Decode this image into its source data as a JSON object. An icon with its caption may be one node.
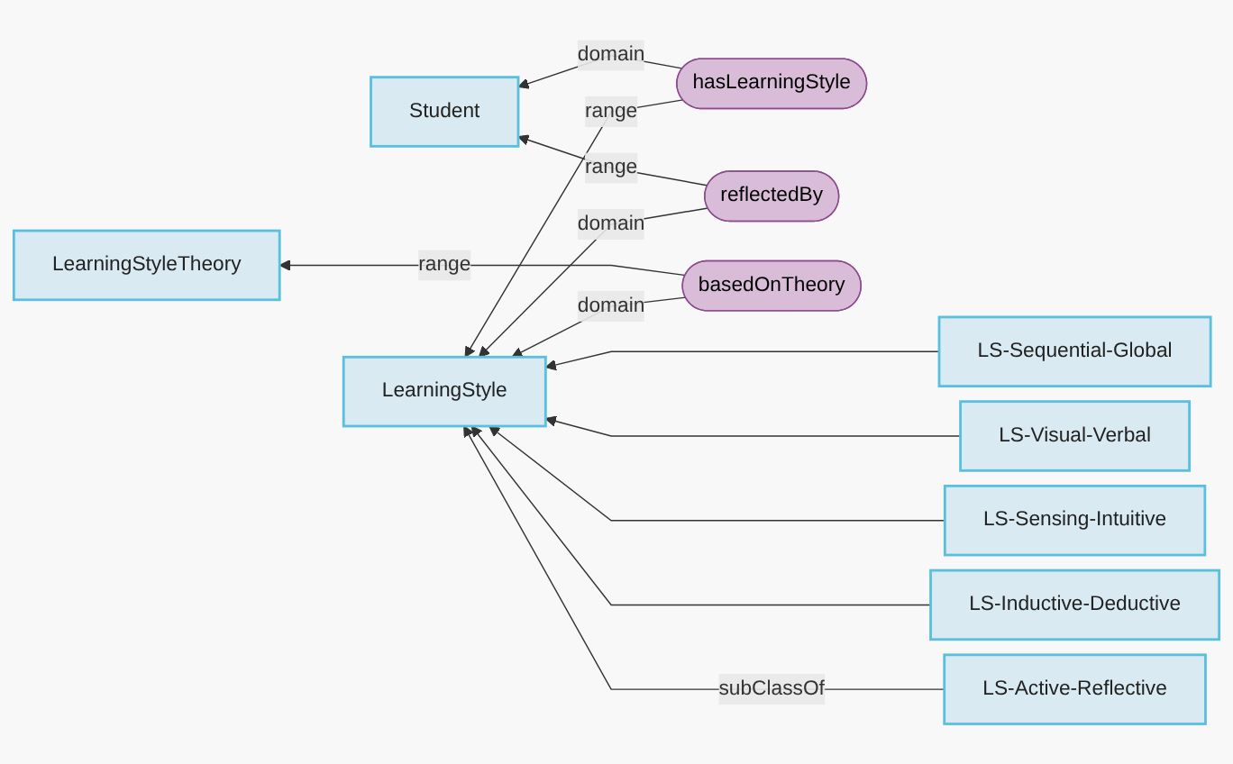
{
  "diagram": {
    "nodes": [
      {
        "text": [
          "hasLearningStyle"
        ]
      },
      {
        "text": [
          "LearningStyle"
        ]
      },
      {
        "text": [
          "Student"
        ]
      },
      {
        "text": [
          "reflectedBy"
        ]
      },
      {
        "text": [
          "basedOnTheory"
        ]
      },
      {
        "text": [
          "LearningStyleTheory"
        ]
      },
      {
        "text": [
          "LS-Active-Reflective"
        ]
      },
      {
        "text": [
          "LS-Inductive-Deductive"
        ]
      },
      {
        "text": [
          "LS-Sensing-Intuitive"
        ]
      },
      {
        "text": [
          "LS-Visual-Verbal"
        ]
      },
      {
        "text": [
          "LS-Sequential-Global"
        ]
      }
    ],
    "edges": [
      {
        "from": 0,
        "to": 1,
        "arrow": "to",
        "label": "range"
      },
      {
        "from": 0,
        "to": 2,
        "arrow": "to",
        "label": "domain"
      },
      {
        "from": 3,
        "to": 1,
        "arrow": "to",
        "label": "domain"
      },
      {
        "from": 3,
        "to": 2,
        "arrow": "to",
        "label": "range"
      },
      {
        "from": 4,
        "to": 1,
        "arrow": "to",
        "label": "domain"
      },
      {
        "from": 4,
        "to": 5,
        "arrow": "to",
        "label": "range"
      },
      {
        "from": 6,
        "to": 1,
        "arrow": "to",
        "label": "subClassOf"
      },
      {
        "from": 7,
        "to": 1,
        "arrow": "to"
      },
      {
        "from": 8,
        "to": 1,
        "arrow": "to"
      },
      {
        "from": 9,
        "to": 1,
        "arrow": "to"
      },
      {
        "from": 10,
        "to": 1,
        "arrow": "to"
      }
    ]
  }
}
